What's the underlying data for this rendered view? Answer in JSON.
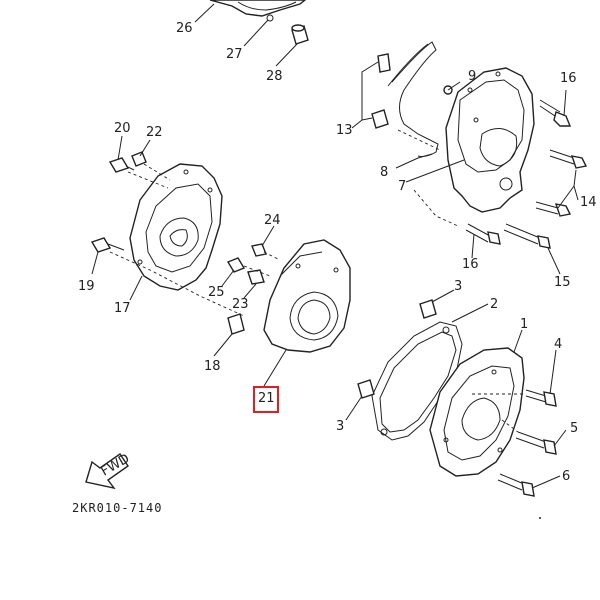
{
  "callouts": {
    "c26": "26",
    "c27": "27",
    "c28": "28",
    "c9": "9",
    "c16a": "16",
    "c13": "13",
    "c8": "8",
    "c7": "7",
    "c14": "14",
    "c16b": "16",
    "c15": "15",
    "c20": "20",
    "c22": "22",
    "c19": "19",
    "c17": "17",
    "c24": "24",
    "c25": "25",
    "c23": "23",
    "c18": "18",
    "c21": "21",
    "c3a": "3",
    "c2": "2",
    "c1": "1",
    "c4": "4",
    "c5": "5",
    "c6": "6",
    "c3b": "3"
  },
  "fwd_arrow": {
    "text": "FWD"
  },
  "diagram_code": "2KR010-7140",
  "highlight_color": "#e02020"
}
